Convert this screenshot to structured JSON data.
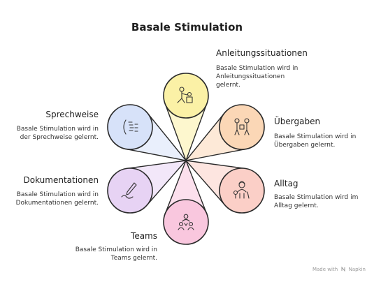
{
  "title": "Basale Stimulation",
  "center": "",
  "petals": [
    {
      "label": "Anleitungssituationen",
      "desc": [
        "Basale Stimulation wird in",
        "Anleitungssituationen",
        "gelernt."
      ],
      "fill": "#fbf1a6",
      "icon": "teaching-icon"
    },
    {
      "label": "Übergaben",
      "desc": [
        "Basale Stimulation wird in",
        "Übergaben gelernt."
      ],
      "fill": "#fbd7b6",
      "icon": "handover-icon"
    },
    {
      "label": "Alltag",
      "desc": [
        "Basale Stimulation wird im",
        "Alltag gelernt."
      ],
      "fill": "#fbcfc7",
      "icon": "daily-life-icon"
    },
    {
      "label": "Teams",
      "desc": [
        "Basale Stimulation wird in",
        "Teams gelernt."
      ],
      "fill": "#f9c7de",
      "icon": "team-icon"
    },
    {
      "label": "Dokumentationen",
      "desc": [
        "Basale Stimulation wird in",
        "Dokumentationen gelernt."
      ],
      "fill": "#e7d3f4",
      "icon": "pen-icon"
    },
    {
      "label": "Sprechweise",
      "desc": [
        "Basale Stimulation wird in",
        "der Sprechweise gelernt."
      ],
      "fill": "#d7e2f9",
      "icon": "speech-icon"
    }
  ],
  "footer": {
    "made_with": "Made with",
    "brand": "Napkin"
  }
}
